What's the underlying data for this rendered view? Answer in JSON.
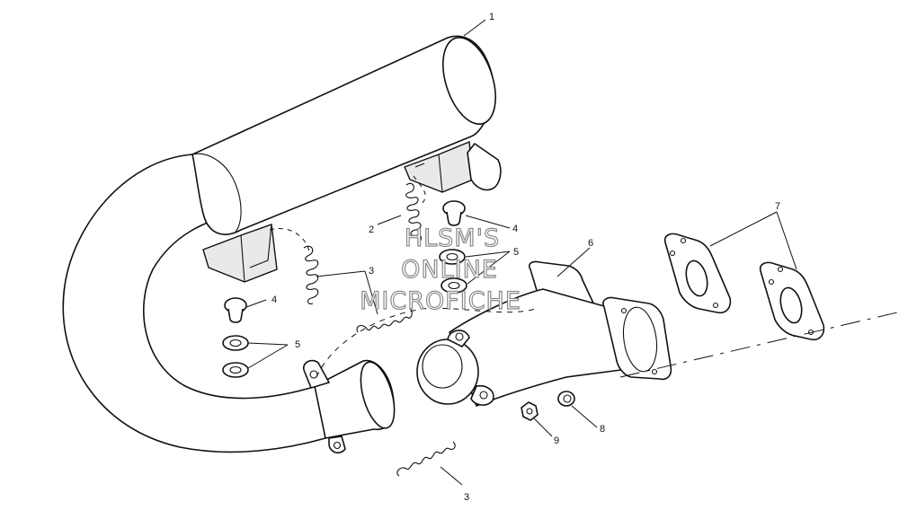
{
  "watermark": {
    "line1": "HLSM'S",
    "line2": "ONLINE",
    "line3": "MICROFICHE"
  },
  "callouts": {
    "c1": "1",
    "c2": "2",
    "c3a": "3",
    "c3b": "3",
    "c4a": "4",
    "c4b": "4",
    "c5a": "5",
    "c5b": "5",
    "c6": "6",
    "c7": "7",
    "c8": "8",
    "c9": "9"
  }
}
